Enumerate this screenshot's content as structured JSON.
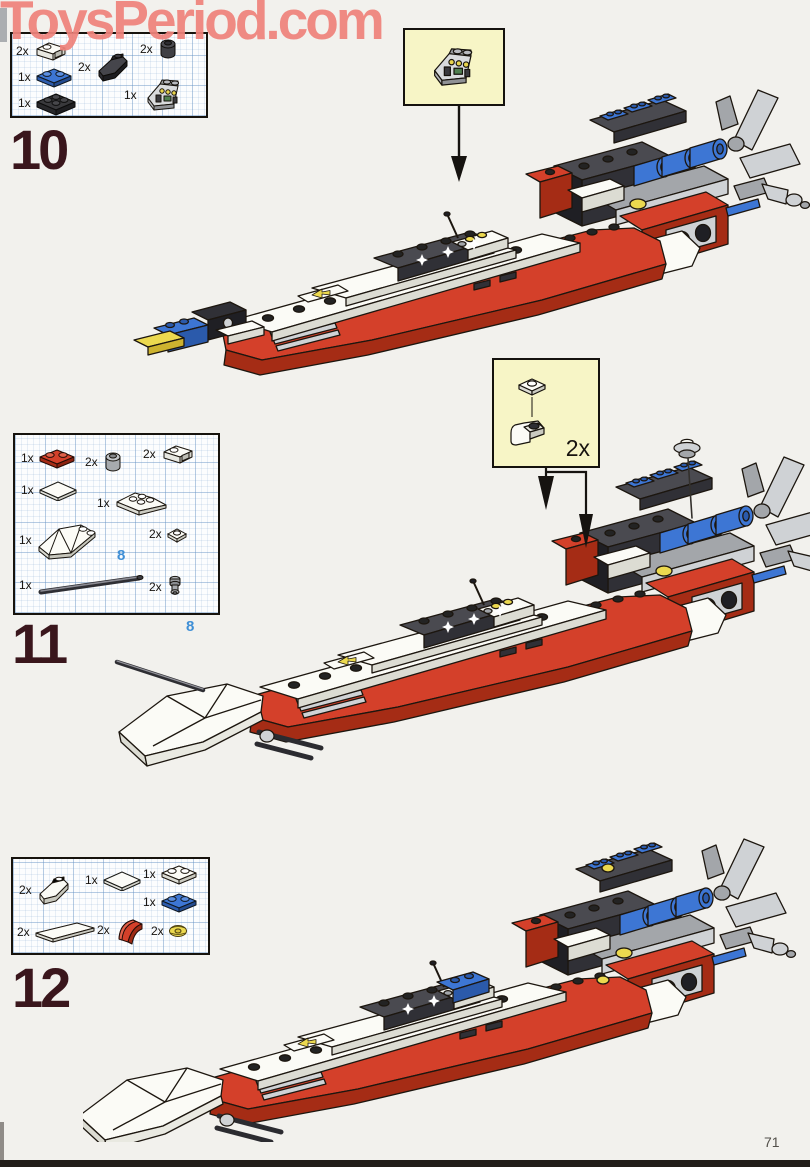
{
  "watermark": {
    "text": "ToysPeriod.com"
  },
  "page": {
    "number": "71"
  },
  "colors": {
    "watermark": "#ef837c",
    "step_number": "#3a161c",
    "callout_background": "#f7f5c6",
    "axle_label_blue": "#3f8fd6",
    "brick_red": "#d4402a",
    "brick_blue": "#3d76d4",
    "brick_yellow": "#ecd94f",
    "grid_blue": "#6491c3"
  },
  "steps": [
    {
      "number": "10",
      "parts": [
        {
          "count": "2x",
          "name": "white headlight brick 1x1"
        },
        {
          "count": "2x",
          "name": "black round brick 1x1"
        },
        {
          "count": "1x",
          "name": "blue plate 1x2"
        },
        {
          "count": "2x",
          "name": "black slope brick 2x2"
        },
        {
          "count": "1x",
          "name": "black plate 2x2"
        },
        {
          "count": "1x",
          "name": "grey control-panel slope 2x2"
        }
      ],
      "callout": {
        "part": "control-panel slope placed on deck"
      }
    },
    {
      "number": "11",
      "axle_label": "8",
      "parts": [
        {
          "count": "1x",
          "name": "red plate 1x2"
        },
        {
          "count": "2x",
          "name": "grey round brick 1x1"
        },
        {
          "count": "2x",
          "name": "white headlight brick 1x1"
        },
        {
          "count": "1x",
          "name": "white tile 2x2"
        },
        {
          "count": "1x",
          "name": "white wedge plate"
        },
        {
          "count": "1x",
          "name": "white cockpit wedge"
        },
        {
          "count": "2x",
          "name": "white plate 1x1"
        },
        {
          "count": "1x",
          "name": "grey bar 8 studs long",
          "length_label": "8"
        },
        {
          "count": "2x",
          "name": "grey engine tap 1x1"
        }
      ],
      "callout": {
        "count": "2x",
        "part": "plate 1x1 onto headlight brick"
      }
    },
    {
      "number": "12",
      "parts": [
        {
          "count": "2x",
          "name": "white slope brick 2x2"
        },
        {
          "count": "1x",
          "name": "white tile 2x2"
        },
        {
          "count": "1x",
          "name": "white plate 1x2"
        },
        {
          "count": "1x",
          "name": "blue plate 1x2"
        },
        {
          "count": "2x",
          "name": "white tile 1x4"
        },
        {
          "count": "2x",
          "name": "red curved brick 2x2"
        },
        {
          "count": "2x",
          "name": "yellow round plate 1x1"
        }
      ],
      "callout": null
    }
  ]
}
